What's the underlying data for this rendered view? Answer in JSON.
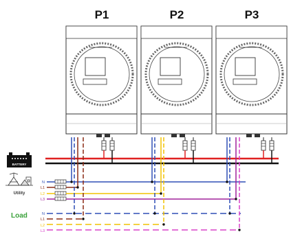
{
  "units": [
    {
      "label": "P1"
    },
    {
      "label": "P2"
    },
    {
      "label": "P3"
    }
  ],
  "battery_label": "BATTERY",
  "utility": {
    "label": "Utility",
    "lines": [
      {
        "label": "N",
        "color": "#2f4fb5"
      },
      {
        "label": "L1",
        "color": "#8a2a14"
      },
      {
        "label": "L2",
        "color": "#f2c200"
      },
      {
        "label": "L3",
        "color": "#a0209a"
      }
    ]
  },
  "load": {
    "label": "Load",
    "lines": [
      {
        "label": "N",
        "color": "#2f4fb5"
      },
      {
        "label": "L1",
        "color": "#8a2a14"
      },
      {
        "label": "L2",
        "color": "#f2c200"
      },
      {
        "label": "L3",
        "color": "#d840c8"
      }
    ]
  },
  "colors": {
    "battery_positive": "#e02020",
    "battery_negative": "#111111",
    "load_label": "#3aa13a",
    "unit_outline": "#333333"
  }
}
